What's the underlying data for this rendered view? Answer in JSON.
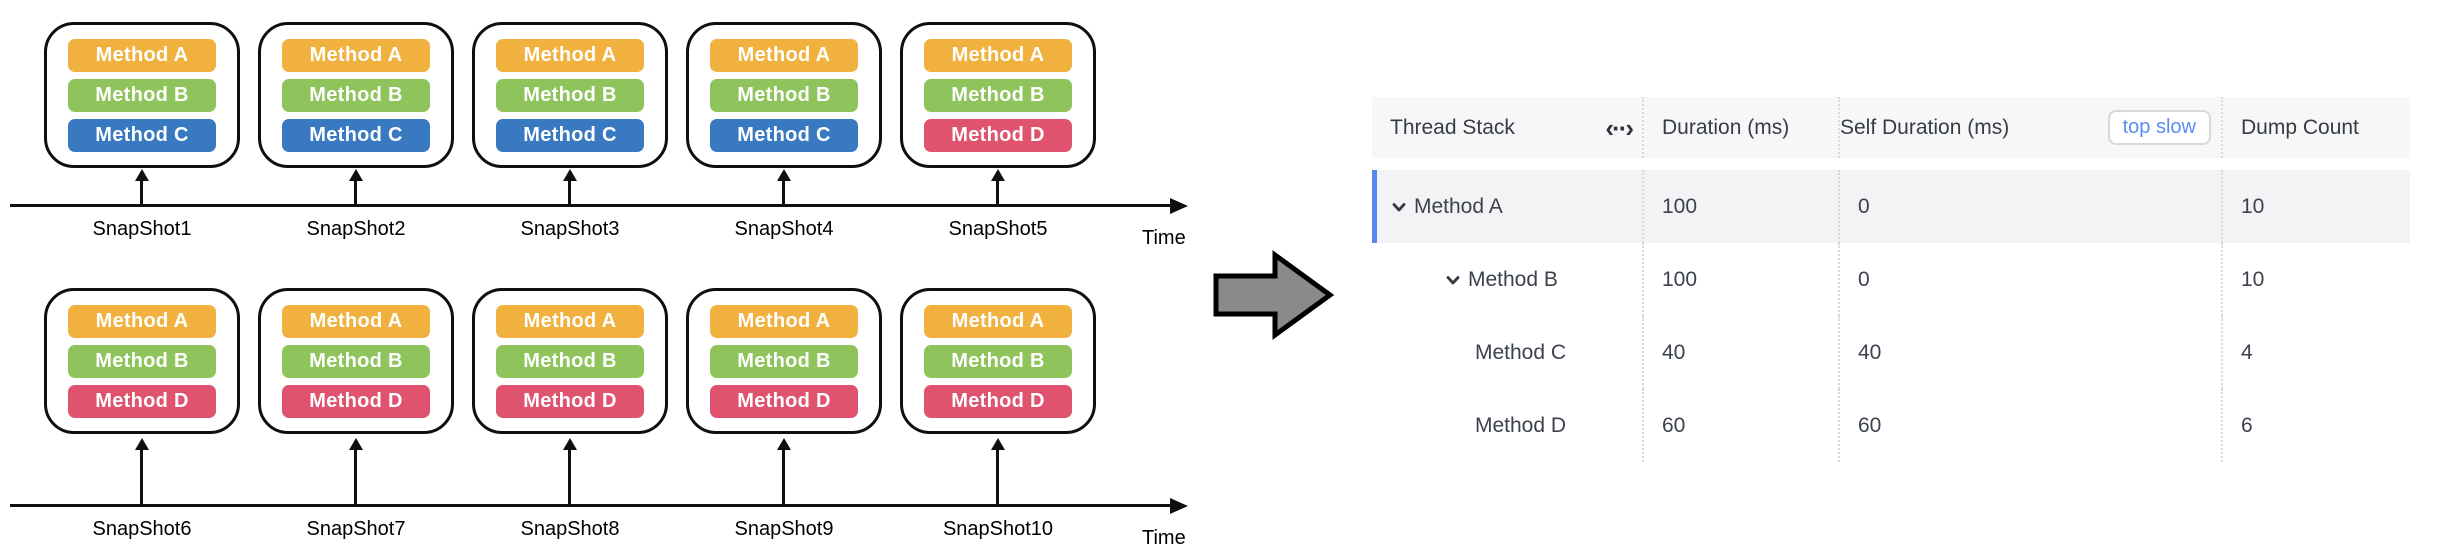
{
  "colors": {
    "method_a": "#F1B13F",
    "method_b": "#8FC45C",
    "method_c": "#3979C1",
    "method_d": "#DF536F",
    "table_accent_bar": "#5689EC",
    "top_slow_text": "#5C8DF2",
    "arrow_fill": "#8A8A8A"
  },
  "diagram": {
    "timelines": [
      {
        "time_label": "Time",
        "snapshots": [
          {
            "label": "SnapShot1",
            "methods": [
              {
                "name": "Method A",
                "color": "#F1B13F"
              },
              {
                "name": "Method B",
                "color": "#8FC45C"
              },
              {
                "name": "Method C",
                "color": "#3979C1"
              }
            ]
          },
          {
            "label": "SnapShot2",
            "methods": [
              {
                "name": "Method A",
                "color": "#F1B13F"
              },
              {
                "name": "Method B",
                "color": "#8FC45C"
              },
              {
                "name": "Method C",
                "color": "#3979C1"
              }
            ]
          },
          {
            "label": "SnapShot3",
            "methods": [
              {
                "name": "Method A",
                "color": "#F1B13F"
              },
              {
                "name": "Method B",
                "color": "#8FC45C"
              },
              {
                "name": "Method C",
                "color": "#3979C1"
              }
            ]
          },
          {
            "label": "SnapShot4",
            "methods": [
              {
                "name": "Method A",
                "color": "#F1B13F"
              },
              {
                "name": "Method B",
                "color": "#8FC45C"
              },
              {
                "name": "Method C",
                "color": "#3979C1"
              }
            ]
          },
          {
            "label": "SnapShot5",
            "methods": [
              {
                "name": "Method A",
                "color": "#F1B13F"
              },
              {
                "name": "Method B",
                "color": "#8FC45C"
              },
              {
                "name": "Method D",
                "color": "#DF536F"
              }
            ]
          }
        ]
      },
      {
        "time_label": "Time",
        "snapshots": [
          {
            "label": "SnapShot6",
            "methods": [
              {
                "name": "Method A",
                "color": "#F1B13F"
              },
              {
                "name": "Method B",
                "color": "#8FC45C"
              },
              {
                "name": "Method D",
                "color": "#DF536F"
              }
            ]
          },
          {
            "label": "SnapShot7",
            "methods": [
              {
                "name": "Method A",
                "color": "#F1B13F"
              },
              {
                "name": "Method B",
                "color": "#8FC45C"
              },
              {
                "name": "Method D",
                "color": "#DF536F"
              }
            ]
          },
          {
            "label": "SnapShot8",
            "methods": [
              {
                "name": "Method A",
                "color": "#F1B13F"
              },
              {
                "name": "Method B",
                "color": "#8FC45C"
              },
              {
                "name": "Method D",
                "color": "#DF536F"
              }
            ]
          },
          {
            "label": "SnapShot9",
            "methods": [
              {
                "name": "Method A",
                "color": "#F1B13F"
              },
              {
                "name": "Method B",
                "color": "#8FC45C"
              },
              {
                "name": "Method D",
                "color": "#DF536F"
              }
            ]
          },
          {
            "label": "SnapShot10",
            "methods": [
              {
                "name": "Method A",
                "color": "#F1B13F"
              },
              {
                "name": "Method B",
                "color": "#8FC45C"
              },
              {
                "name": "Method D",
                "color": "#DF536F"
              }
            ]
          }
        ]
      }
    ]
  },
  "table": {
    "columns": [
      "Thread Stack",
      "Duration (ms)",
      "Self Duration (ms)",
      "Dump Count"
    ],
    "resize_icon": "‹··›",
    "top_slow_label": "top slow",
    "rows": [
      {
        "name": "Method A",
        "duration": "100",
        "self_duration": "0",
        "dump_count": "10"
      },
      {
        "name": "Method B",
        "duration": "100",
        "self_duration": "0",
        "dump_count": "10"
      },
      {
        "name": "Method C",
        "duration": "40",
        "self_duration": "40",
        "dump_count": "4"
      },
      {
        "name": "Method D",
        "duration": "60",
        "self_duration": "60",
        "dump_count": "6"
      }
    ]
  }
}
